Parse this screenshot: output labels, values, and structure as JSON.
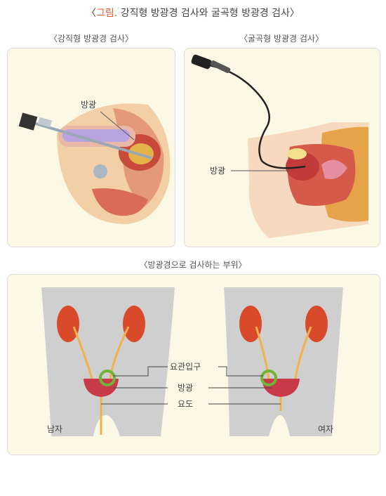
{
  "title": {
    "prefix": "〈",
    "accent": "그림.",
    "rest": " 강직형 방광경 검사와 굴곡형 방광경 검사〉"
  },
  "panels": {
    "rigid": {
      "caption": "〈강직형 방광경 검사〉",
      "bladder_label": "방광"
    },
    "flexible": {
      "caption": "〈굴곡형 방광경 검사〉",
      "bladder_label": "방광"
    },
    "sites": {
      "caption": "〈방광경으로 검사하는 부위〉",
      "labels": {
        "ureter_orifice": "요관입구",
        "bladder": "방광",
        "urethra": "요도"
      },
      "male": "남자",
      "female": "여자"
    }
  },
  "colors": {
    "accent": "#e0592b",
    "panel_bg": "#fbf8e6",
    "highlight_ring": "#6fb33a",
    "kidney": "#d84a2a",
    "ureter": "#f2b14a",
    "body": "#cfcfcf"
  }
}
